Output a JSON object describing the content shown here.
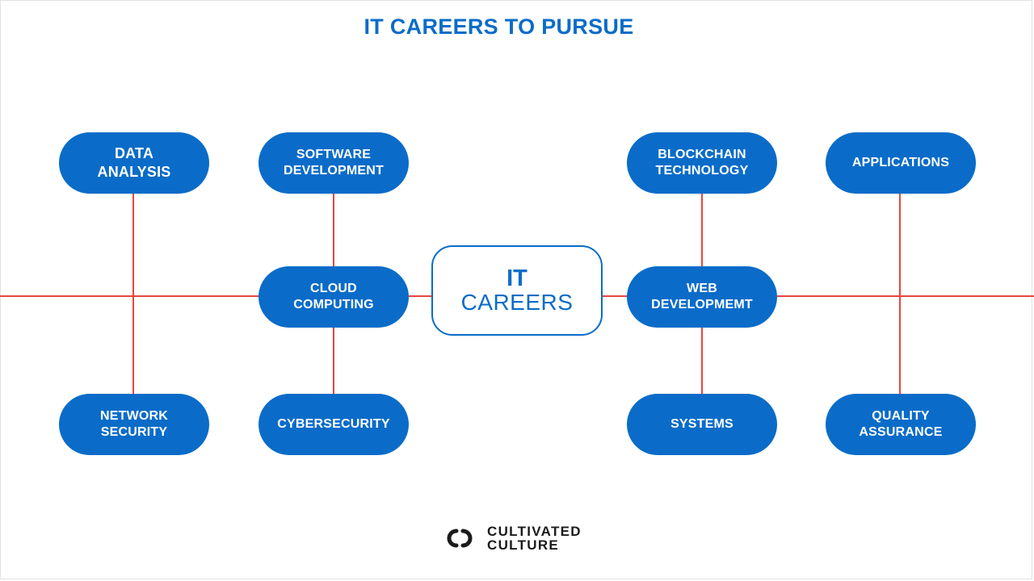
{
  "title": "IT CAREERS TO PURSUE",
  "center": {
    "line1": "IT",
    "line2": "CAREERS"
  },
  "nodes": {
    "data_analysis": [
      "DATA",
      "ANALYSIS"
    ],
    "software_development": [
      "SOFTWARE",
      "DEVELOPMENT"
    ],
    "cloud_computing": [
      "CLOUD",
      "COMPUTING"
    ],
    "network_security": [
      "NETWORK",
      "SECURITY"
    ],
    "cybersecurity": [
      "CYBERSECURITY"
    ],
    "blockchain_technology": [
      "BLOCKCHAIN",
      "TECHNOLOGY"
    ],
    "applications": [
      "APPLICATIONS"
    ],
    "web_development": [
      "WEB",
      "DEVELOPMEMT"
    ],
    "systems": [
      "SYSTEMS"
    ],
    "quality_assurance": [
      "QUALITY",
      "ASSURANCE"
    ]
  },
  "colors": {
    "node_fill": "#0a6cc8",
    "connector": "#e8463d",
    "title": "#0a6cc8"
  },
  "logo": {
    "line1": "CULTIVATED",
    "line2": "CULTURE"
  }
}
